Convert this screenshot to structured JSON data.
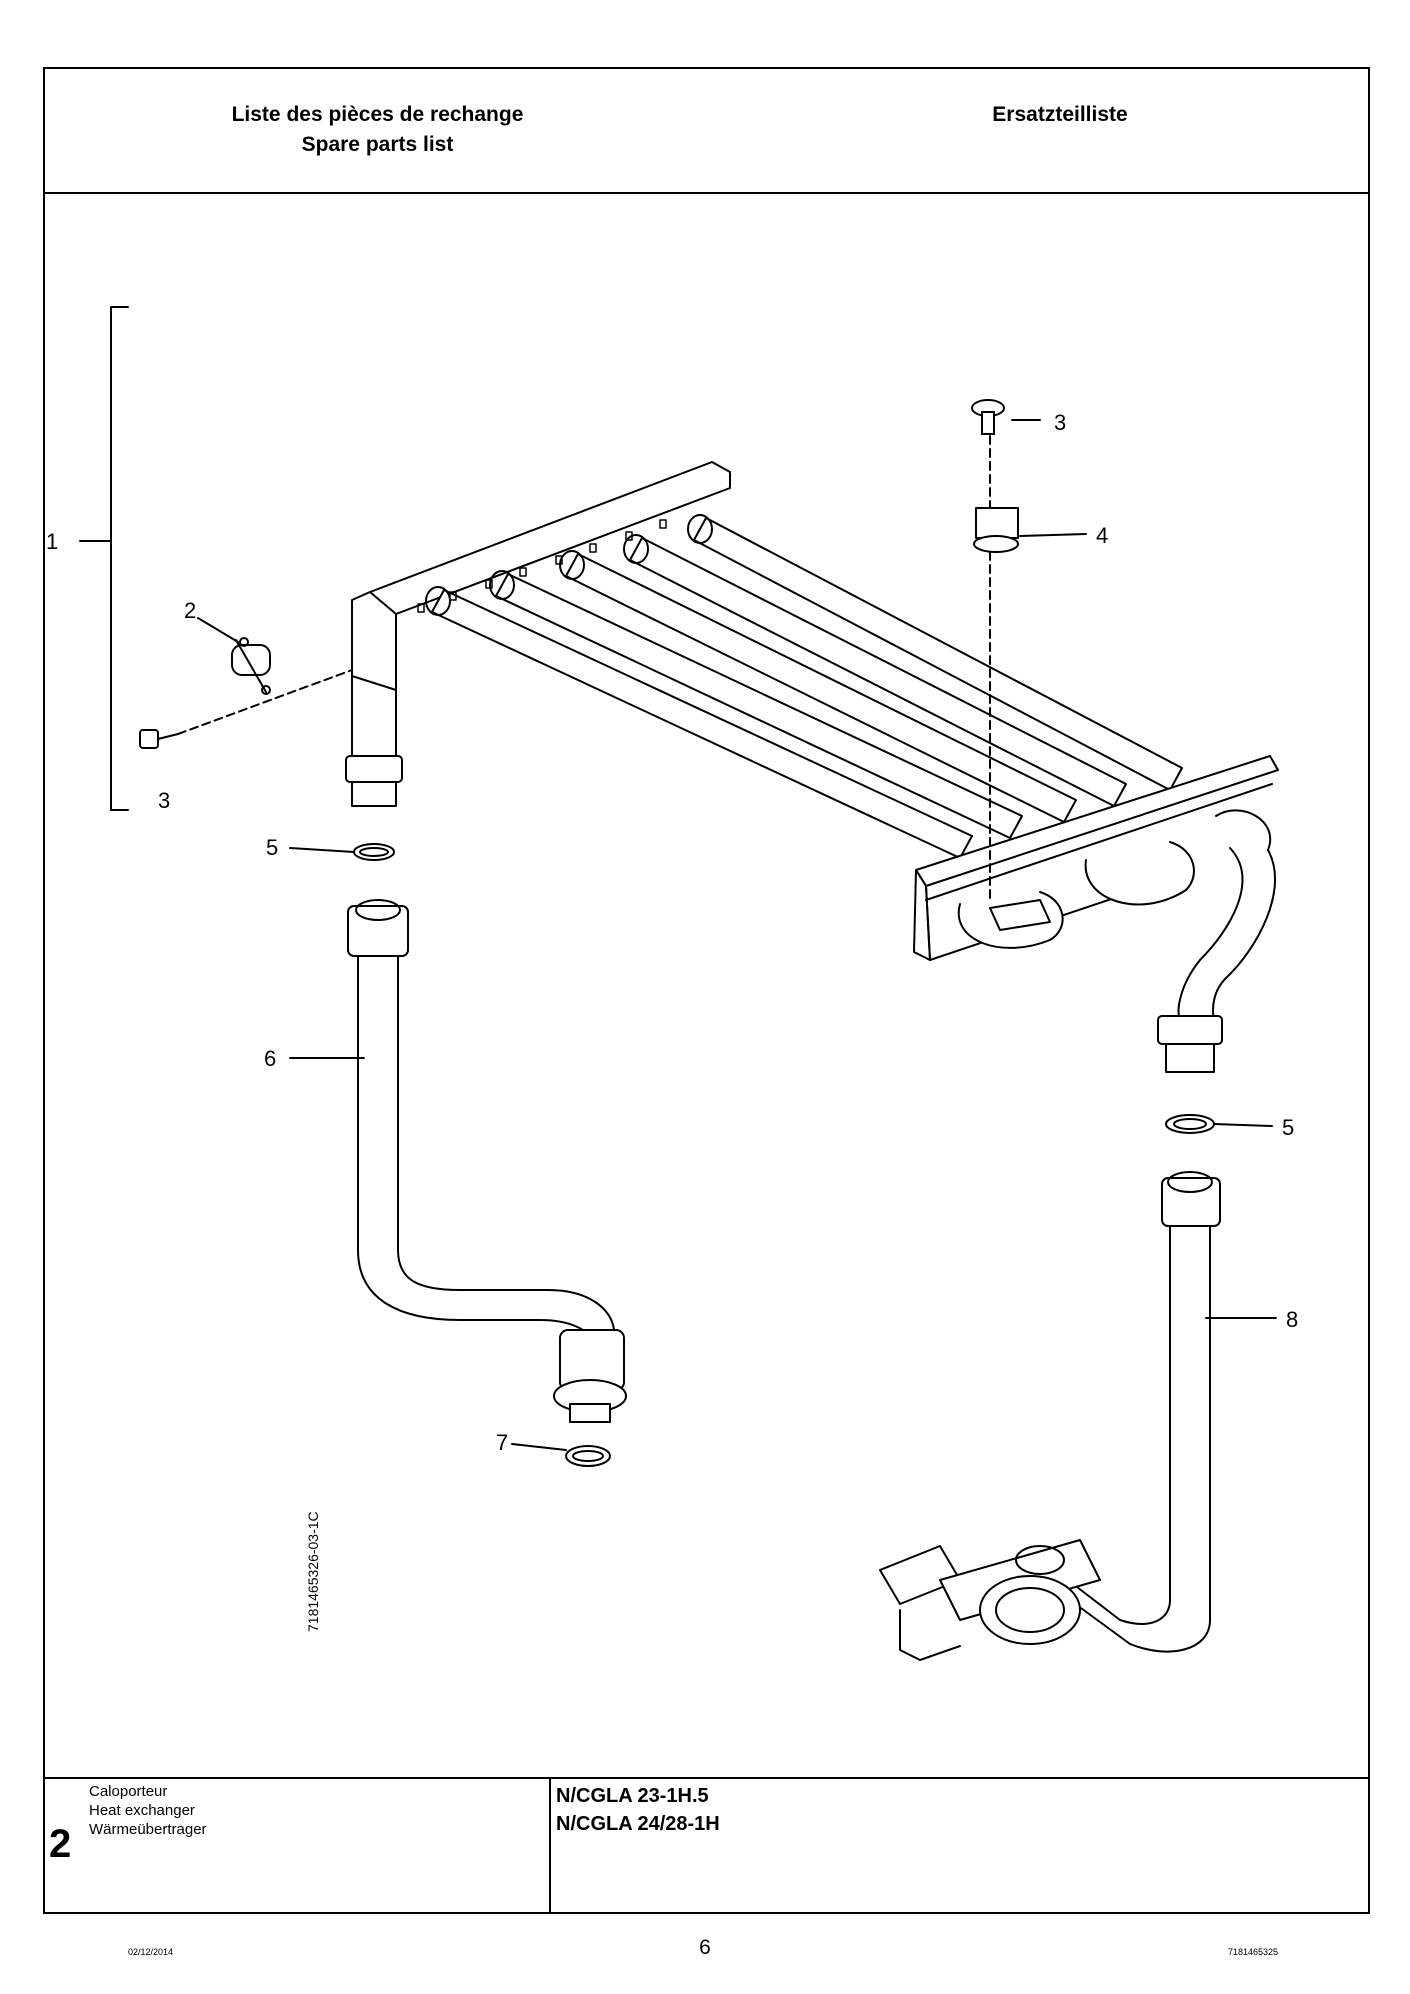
{
  "header": {
    "title_fr": "Liste des pièces de rechange",
    "title_en": "Spare parts list",
    "title_de": "Ersatzteilliste"
  },
  "drawing": {
    "part_labels": [
      "1",
      "2",
      "3",
      "3",
      "4",
      "5",
      "5",
      "6",
      "7",
      "8"
    ],
    "drawing_code": "7181465326-03-1C"
  },
  "footer": {
    "group_name_fr": "Caloporteur",
    "group_name_en": "Heat exchanger",
    "group_name_de": "Wärmeübertrager",
    "group_number": "2",
    "model_1": "N/CGLA 23-1H.5",
    "model_2": "N/CGLA 24/28-1H"
  },
  "page": {
    "date": "02/12/2014",
    "number": "6",
    "doc_code": "7181465325"
  }
}
